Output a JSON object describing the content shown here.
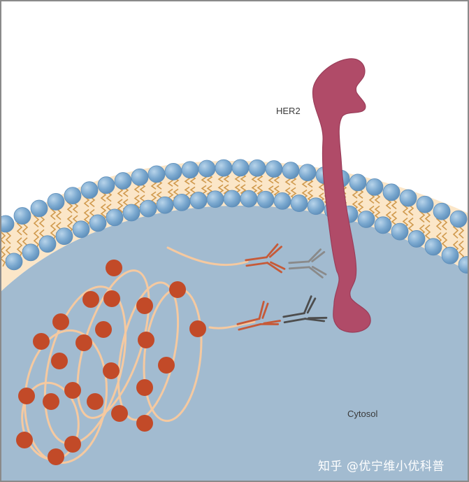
{
  "labels": {
    "her2": "HER2",
    "cytosol": "Cytosol"
  },
  "watermark": "知乎 @优宁维小优科普",
  "colors": {
    "background": "#ffffff",
    "cytosol": "#a2bbd0",
    "membrane_core": "#fbe6c8",
    "lipid_head": "#7aa8cf",
    "lipid_tail": "#d09a4e",
    "her2": "#b04b68",
    "payload_bead": "#c24a28",
    "linker": "#f5c9a0",
    "antibody_orange": "#c65a38",
    "antibody_gray": "#8a8a8a",
    "antibody_dark": "#4d4d4d"
  }
}
